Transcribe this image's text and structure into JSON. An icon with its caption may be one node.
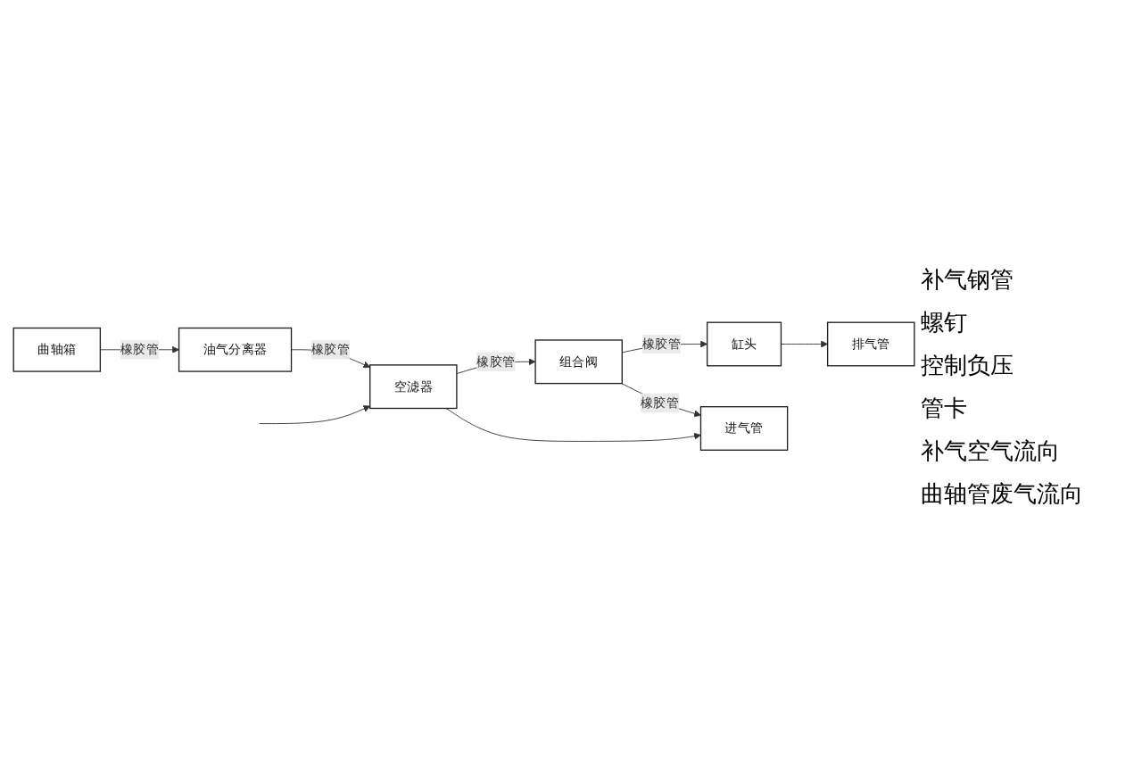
{
  "diagram": {
    "nodes": [
      {
        "text": [
          "曲轴箱"
        ]
      },
      {
        "text": [
          "油气分离器"
        ]
      },
      {
        "text": [
          "空滤器"
        ]
      },
      {
        "text": [
          "组合阀"
        ]
      },
      {
        "text": [
          "缸头"
        ]
      },
      {
        "text": [
          "排气管"
        ]
      },
      {
        "text": [
          "进气管"
        ]
      }
    ],
    "edges": [
      {
        "from": 0,
        "to": 1,
        "arrow": "to",
        "label": "橡胶管"
      },
      {
        "from": 1,
        "to": 2,
        "arrow": "to",
        "label": "橡胶管"
      },
      {
        "from": null,
        "to": 2,
        "arrow": "to"
      },
      {
        "from": 2,
        "to": 3,
        "arrow": "to",
        "label": "橡胶管"
      },
      {
        "from": 3,
        "to": 4,
        "arrow": "to",
        "label": "橡胶管"
      },
      {
        "from": 4,
        "to": 5,
        "arrow": "to"
      },
      {
        "from": 3,
        "to": 6,
        "arrow": "to",
        "label": "橡胶管"
      },
      {
        "from": 2,
        "to": 6,
        "arrow": "to"
      }
    ],
    "labels": [
      "补气钢管",
      "螺钉",
      "控制负压",
      "管卡",
      "补气空气流向",
      "曲轴管废气流向"
    ]
  }
}
